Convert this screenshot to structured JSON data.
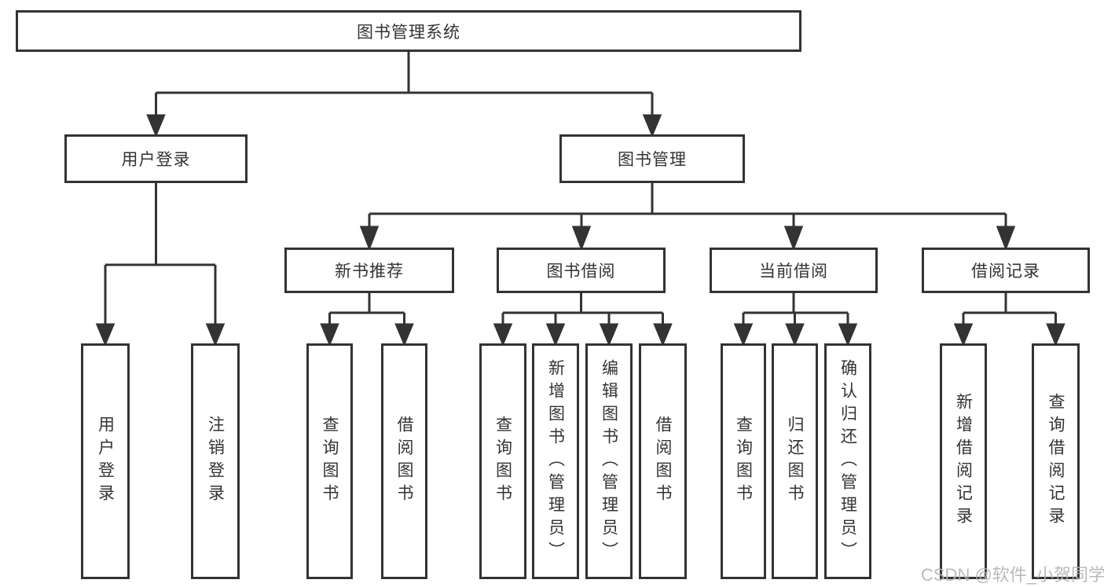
{
  "diagram": {
    "root": {
      "label": "图书管理系统",
      "children": [
        {
          "label": "用户登录",
          "children": [
            {
              "label": "用户登录"
            },
            {
              "label": "注销登录"
            }
          ]
        },
        {
          "label": "图书管理",
          "children": [
            {
              "label": "新书推荐",
              "children": [
                {
                  "label": "查询图书"
                },
                {
                  "label": "借阅图书"
                }
              ]
            },
            {
              "label": "图书借阅",
              "children": [
                {
                  "label": "查询图书"
                },
                {
                  "label": "新增图书（管理员）"
                },
                {
                  "label": "编辑图书（管理员）"
                },
                {
                  "label": "借阅图书"
                }
              ]
            },
            {
              "label": "当前借阅",
              "children": [
                {
                  "label": "查询图书"
                },
                {
                  "label": "归还图书"
                },
                {
                  "label": "确认归还（管理员）"
                }
              ]
            },
            {
              "label": "借阅记录",
              "children": [
                {
                  "label": "新增借阅记录"
                },
                {
                  "label": "查询借阅记录"
                }
              ]
            }
          ]
        }
      ]
    }
  },
  "watermark": {
    "text": "CSDN @软件_小贺同学"
  },
  "colors": {
    "line": "#333333",
    "border": "#333333",
    "text": "#333333",
    "background": "#ffffff",
    "watermark": "#b2b2b2"
  }
}
